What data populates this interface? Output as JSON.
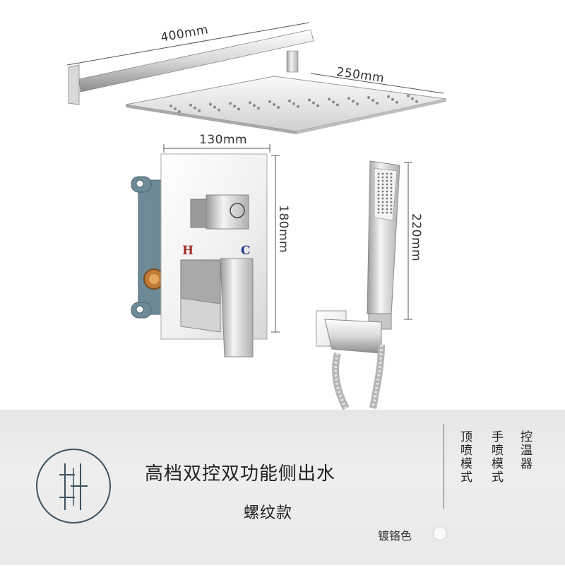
{
  "dimensions": {
    "arm_length": "400mm",
    "head_size": "250mm",
    "panel_width": "130mm",
    "panel_height": "180mm",
    "handheld_length": "220mm"
  },
  "valve": {
    "hot_label": "H",
    "cold_label": "C"
  },
  "product": {
    "title": "高档双控双功能侧出水",
    "subtitle": "螺纹款"
  },
  "modes": [
    "顶喷模式",
    "手喷模式",
    "控温器"
  ],
  "finish": {
    "label": "镀铬色",
    "swatch_color": "#fafafa"
  },
  "colors": {
    "chrome_light": "#f4f4f4",
    "chrome_dark": "#9a9a9a",
    "valve_body": "#6d8a96",
    "brass": "#c07a3a",
    "hot": "#a52a2a",
    "cold": "#1e3a8a"
  }
}
